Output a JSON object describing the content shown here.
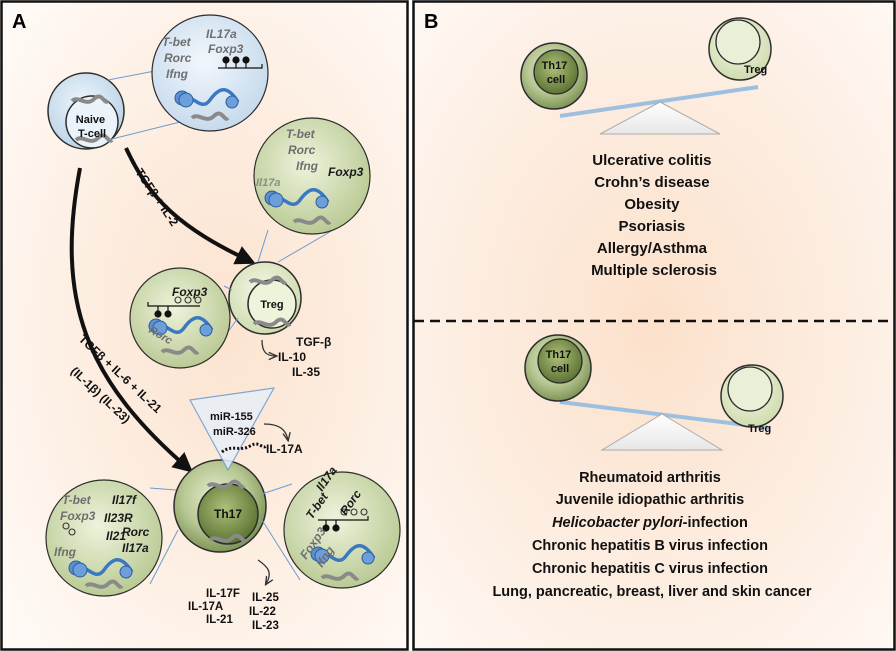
{
  "panel_a": {
    "label": "A",
    "naive_line1": "Naive",
    "naive_line2": "T-cell",
    "naive_genes": [
      "T-bet",
      "IL17a",
      "Rorc",
      "Foxp3",
      "Ifng"
    ],
    "treg_condition": "TGFβ + IL-2",
    "th17_condition": "TGFβ + IL-6 + IL-21",
    "th17_optional": "(IL-1β)       (IL-23)",
    "treg_label": "Treg",
    "treg_upper_genes": [
      "T-bet",
      "Rorc",
      "Ifng",
      "Foxp3",
      "Il17a"
    ],
    "treg_lower_genes": [
      "Foxp3",
      "Rorc"
    ],
    "treg_cytokines": [
      "TGF-β",
      "IL-10",
      "IL-35"
    ],
    "mirnas": [
      "miR-155",
      "miR-326"
    ],
    "mirna_target": "IL-17A",
    "th17_label": "Th17",
    "th17_left_genes": [
      "T-bet",
      "Il17f",
      "Foxp3",
      "Il23R",
      "Rorc",
      "Il21",
      "Il17a",
      "Ifng"
    ],
    "th17_right_genes": [
      "Il17a",
      "T-bet",
      "Rorc",
      "Foxp3",
      "Ifng"
    ],
    "th17_cytokines": [
      "IL-17F",
      "IL-17A",
      "IL-21",
      "IL-25",
      "IL-22",
      "IL-23"
    ]
  },
  "panel_b": {
    "label": "B",
    "th17_line1": "Th17",
    "th17_line2": "cell",
    "treg_label": "Treg",
    "diseases_top": [
      "Ulcerative colitis",
      "Crohn’s disease",
      "Obesity",
      "Psoriasis",
      "Allergy/Asthma",
      "Multiple sclerosis"
    ],
    "diseases_bottom": [
      "Rheumatoid arthritis",
      "Juvenile idiopathic arthritis",
      "Chronic hepatitis B virus infection",
      "Chronic hepatitis C virus infection",
      "Lung, pancreatic, breast, liver and skin cancer"
    ],
    "helicobacter_italic": "Helicobacter pylori",
    "helicobacter_rest": "-infection"
  }
}
